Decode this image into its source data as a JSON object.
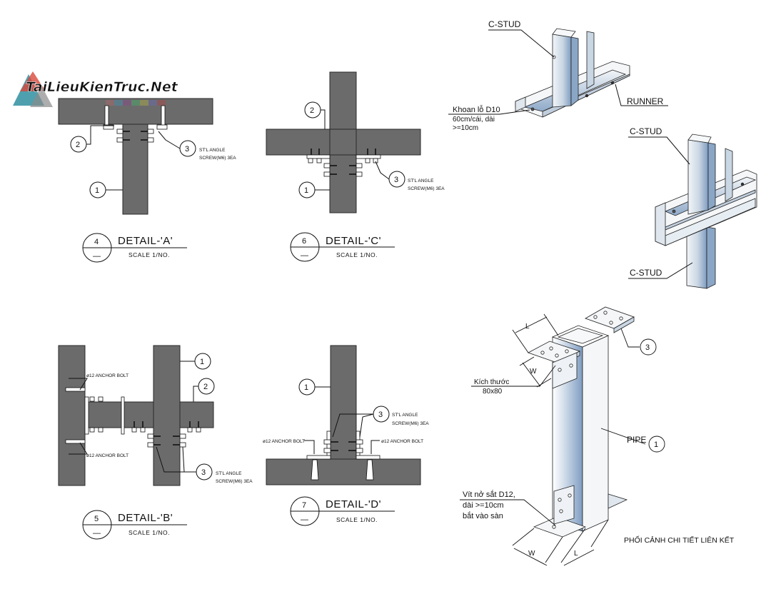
{
  "watermark": {
    "text": "TaiLieuKienTruc.Net",
    "colors": {
      "teal": "#2f8fa0",
      "red": "#d9473a",
      "gray": "#8a8a8a"
    }
  },
  "colors": {
    "member_fill": "#6b6b6b",
    "member_stroke": "#2a2a2a",
    "metal_light": "#e6edf3",
    "metal_blue": "#8aa6c6",
    "line": "#1a1a1a"
  },
  "detail_a": {
    "title": "DETAIL-'A'",
    "number": "4",
    "sub": "—",
    "scale": "SCALE  1/NO.",
    "callouts": [
      "2",
      "3",
      "1"
    ],
    "note_line1": "ST'L ANGLE",
    "note_line2": "SCREW(M6) 3EA"
  },
  "detail_c": {
    "title": "DETAIL-'C'",
    "number": "6",
    "sub": "—",
    "scale": "SCALE  1/NO.",
    "callouts": [
      "2",
      "3",
      "1"
    ],
    "note_line1": "ST'L ANGLE",
    "note_line2": "SCREW(M6) 3EA"
  },
  "detail_b": {
    "title": "DETAIL-'B'",
    "number": "5",
    "sub": "—",
    "scale": "SCALE  1/NO.",
    "callouts": [
      "1",
      "2",
      "3"
    ],
    "anchor_top": "ø12 ANCHOR BOLT",
    "anchor_bottom": "ø12 ANCHOR BOLT",
    "note_line1": "ST'L ANGLE",
    "note_line2": "SCREW(M6) 3EA"
  },
  "detail_d": {
    "title": "DETAIL-'D'",
    "number": "7",
    "sub": "—",
    "scale": "SCALE  1/NO.",
    "callouts": [
      "1",
      "3"
    ],
    "anchor_left": "ø12 ANCHOR BOLT",
    "anchor_right": "ø12 ANCHOR BOLT",
    "note_line1": "ST'L ANGLE",
    "note_line2": "SCREW(M6) 3EA"
  },
  "stud_runner": {
    "c_stud": "C-STUD",
    "runner": "RUNNER",
    "drill_1": "Khoan lỗ  D10",
    "drill_2": "60cm/cái, dài",
    "drill_3": ">=10cm"
  },
  "stud_stud": {
    "c_stud_top": "C-STUD",
    "c_stud_bottom": "C-STUD"
  },
  "pipe": {
    "dim_l_top": "L",
    "dim_w_top": "W",
    "size_label": "Kích thước",
    "size_value": "80x80",
    "callout_3": "3",
    "pipe_label": "PIPE",
    "callout_1": "1",
    "bolt_1": "Vít nở sắt D12,",
    "bolt_2": "dài >=10cm",
    "bolt_3": "bắt vào sàn",
    "dim_w_bottom": "W",
    "dim_l_bottom": "L",
    "caption": "PHỐI CẢNH CHI TIẾT LIÊN KẾT"
  }
}
